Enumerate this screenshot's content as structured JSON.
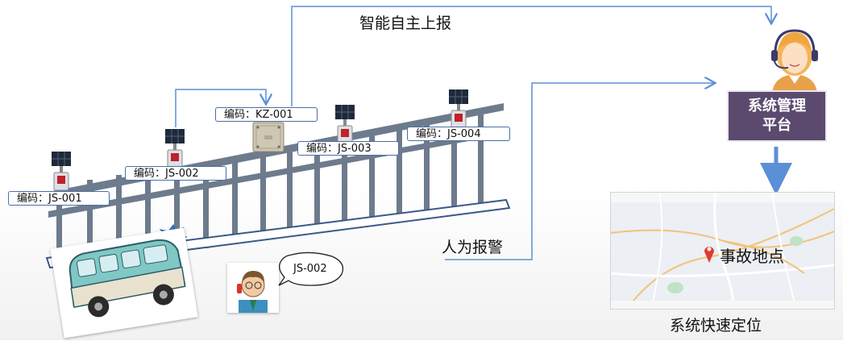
{
  "top_flow_label": "智能自主上报",
  "manual_alarm_label": "人为报警",
  "platform": {
    "line1": "系统管理",
    "line2": "平台"
  },
  "map": {
    "pin_label": "事故地点"
  },
  "map_caption": "系统快速定位",
  "speech_bubble": "JS-002",
  "devices": [
    {
      "code": "编码：JS-001"
    },
    {
      "code": "编码：JS-002"
    },
    {
      "code": "编码：KZ-001"
    },
    {
      "code": "编码：JS-003"
    },
    {
      "code": "编码：JS-004"
    }
  ],
  "colors": {
    "line": "#5b8fd6",
    "platform": "#5b4a6e",
    "rail": "#6d7b8c",
    "badge_border": "#4a6fa5"
  }
}
